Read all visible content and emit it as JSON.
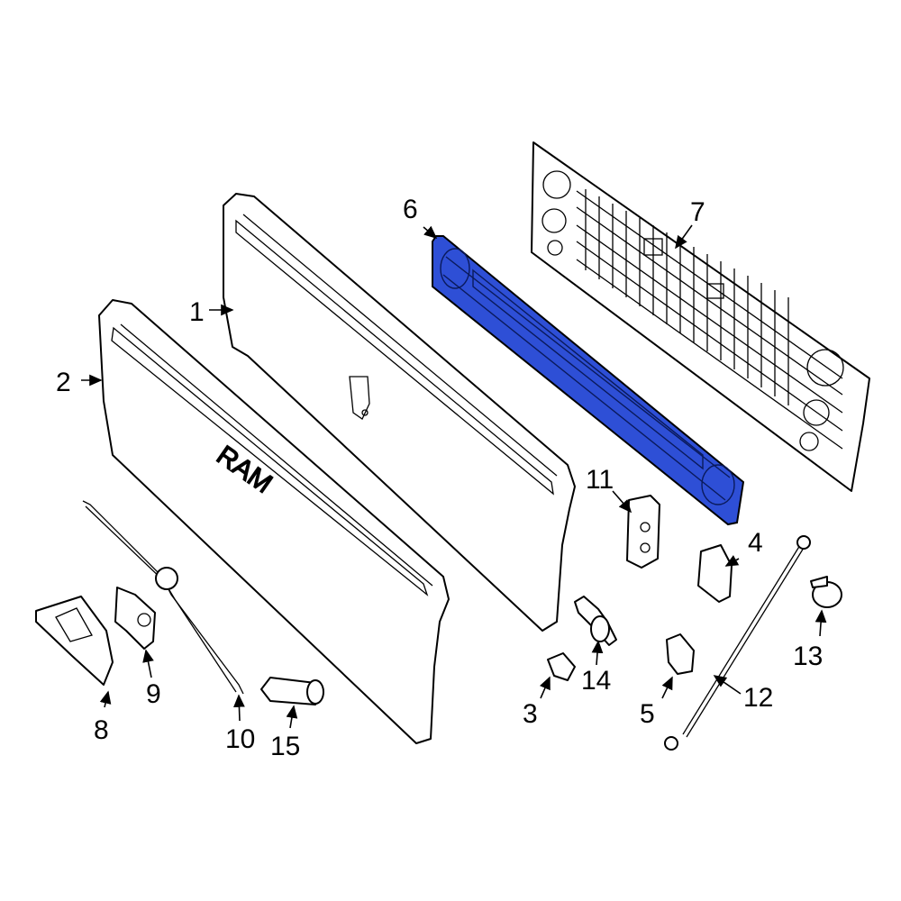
{
  "highlight_color": "#2e4fd6",
  "callouts": {
    "c1": "1",
    "c2": "2",
    "c3": "3",
    "c4": "4",
    "c5": "5",
    "c6": "6",
    "c7": "7",
    "c8": "8",
    "c9": "9",
    "c10": "10",
    "c11": "11",
    "c12": "12",
    "c13": "13",
    "c14": "14",
    "c15": "15"
  },
  "tailgate_lettering": "RAM"
}
